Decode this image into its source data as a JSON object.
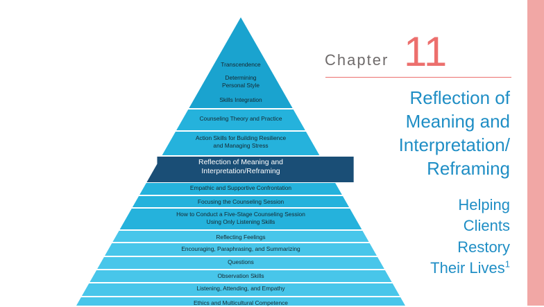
{
  "pyramid": {
    "layers": [
      {
        "lines": [
          "Transcendence"
        ]
      },
      {
        "lines": [
          "Determining",
          "Personal Style"
        ]
      },
      {
        "lines": [
          "Skills Integration"
        ]
      },
      {
        "lines": [
          "Counseling Theory and Practice"
        ]
      },
      {
        "lines": [
          "Action Skills for Building Resilience",
          "and Managing Stress"
        ]
      },
      {
        "lines": [
          "Reflection of Meaning and",
          "Interpretation/Reframing"
        ],
        "highlight": true
      },
      {
        "lines": [
          "Empathic and Supportive Confrontation"
        ]
      },
      {
        "lines": [
          "Focusing the Counseling Session"
        ]
      },
      {
        "lines": [
          "How to Conduct a Five-Stage Counseling Session",
          "Using Only Listening Skills"
        ]
      },
      {
        "lines": [
          "Reflecting Feelings"
        ]
      },
      {
        "lines": [
          "Encouraging, Paraphrasing, and Summarizing"
        ]
      },
      {
        "lines": [
          "Questions"
        ]
      },
      {
        "lines": [
          "Observation Skills"
        ]
      },
      {
        "lines": [
          "Listening, Attending, and Empathy"
        ]
      },
      {
        "lines": [
          "Ethics and Multicultural Competence"
        ]
      }
    ]
  },
  "chapter": {
    "word": "Chapter",
    "number": "11"
  },
  "title": {
    "lines": [
      "Reflection of",
      "Meaning and",
      "Interpretation/",
      "Reframing"
    ]
  },
  "subtitle": {
    "lines": [
      "Helping",
      "Clients",
      "Restory",
      "Their Lives"
    ],
    "footnote": "1"
  },
  "colors": {
    "top": "#1aa3cf",
    "middle": "#25b2dc",
    "bottom": "#48c6ea",
    "highlight": "#1a4e76",
    "accent": "#ec6f6d",
    "title": "#1f8ec5",
    "band": "#f1a7a5"
  }
}
